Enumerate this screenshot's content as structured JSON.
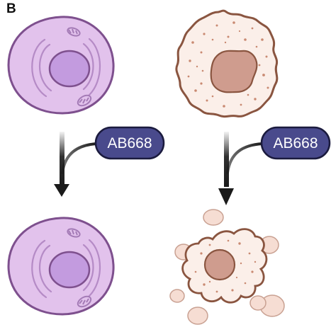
{
  "figure": {
    "panel_label": "B"
  },
  "treatments": {
    "left": {
      "label": "AB668"
    },
    "right": {
      "label": "AB668"
    }
  },
  "colors": {
    "healthy_cell_fill": "#e2c2ec",
    "healthy_cell_stroke": "#7e508e",
    "healthy_nucleus_fill": "#c39bdf",
    "apoptotic_cell_fill": "#fbefe9",
    "apoptotic_cell_stroke": "#8a5540",
    "apoptotic_nucleus_fill": "#cf9c8e",
    "pill_fill": "#494a8c",
    "pill_stroke": "#1b1b3e",
    "arrow_color": "#1a1a1a"
  }
}
